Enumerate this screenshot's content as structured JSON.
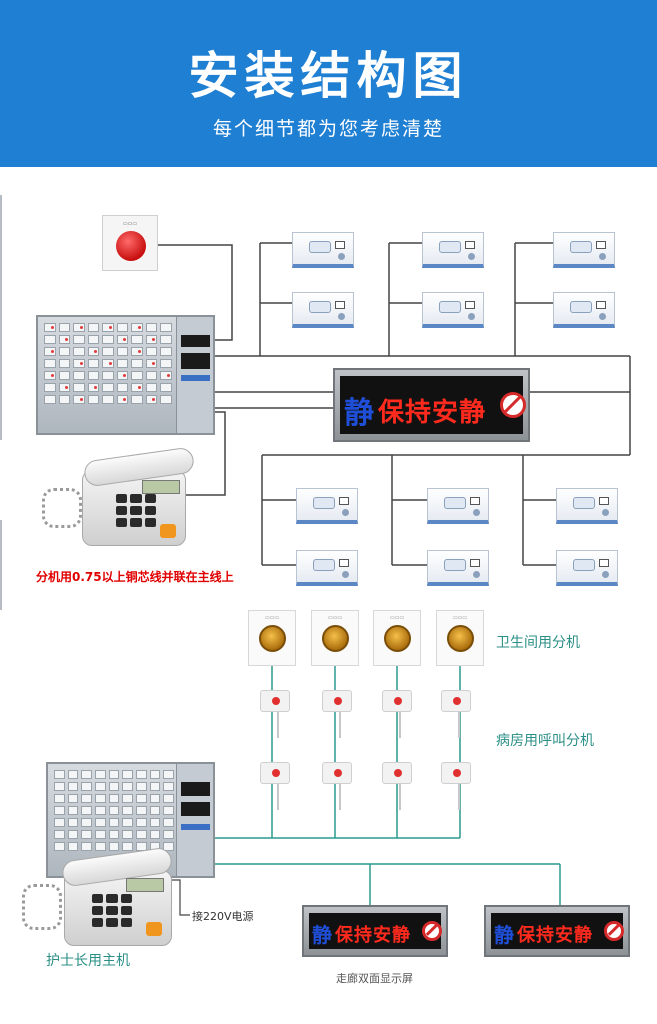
{
  "header": {
    "title": "安装结构图",
    "subtitle": "每个细节都为您考虑清楚"
  },
  "labels": {
    "wire_note": "分机用0.75以上铜芯线并联在主线上",
    "bathroom_ext": "卫生间用分机",
    "ward_ext": "病房用呼叫分机",
    "power_note": "接220V电源",
    "head_nurse_host": "护士长用主机",
    "corridor_display": "走廊双面显示屏"
  },
  "display": {
    "quiet_char": "静",
    "message": "保持安静"
  },
  "colors": {
    "header_bg": "#1f7fd2",
    "bus_line_top": "#444444",
    "bus_line_bottom": "#2a9a8e",
    "led_text": "#ff2a1e",
    "quiet_char": "#1f4fd8"
  }
}
